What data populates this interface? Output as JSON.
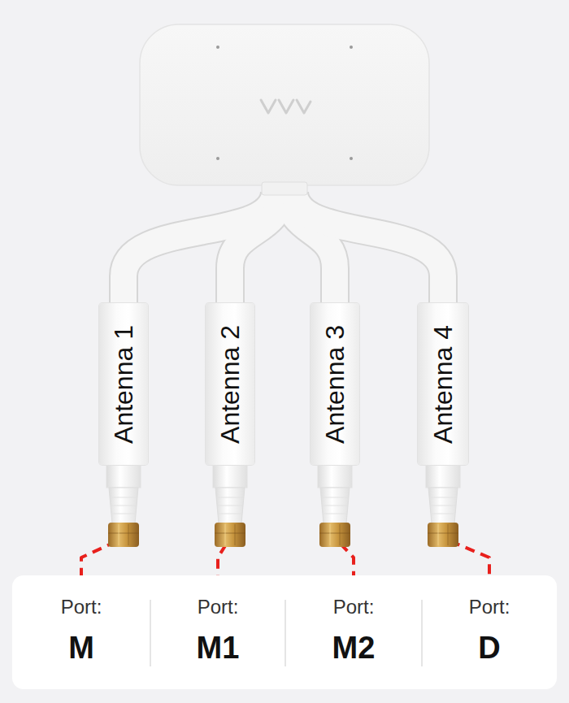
{
  "diagram": {
    "nodes": [
      {
        "text": [
          "Antenna 1"
        ]
      },
      {
        "text": [
          "Antenna 2"
        ]
      },
      {
        "text": [
          "Antenna 3"
        ]
      },
      {
        "text": [
          "Antenna 4"
        ]
      },
      {
        "text": [
          "Port:",
          "M"
        ]
      },
      {
        "text": [
          "Port:",
          "M1"
        ]
      },
      {
        "text": [
          "Port:",
          "M2"
        ]
      },
      {
        "text": [
          "Port:",
          "D"
        ]
      }
    ],
    "edges": [
      {
        "from": 0,
        "to": 4,
        "arrow": "none"
      },
      {
        "from": 1,
        "to": 5,
        "arrow": "none"
      },
      {
        "from": 2,
        "to": 6,
        "arrow": "none"
      },
      {
        "from": 3,
        "to": 7,
        "arrow": "none"
      }
    ]
  }
}
